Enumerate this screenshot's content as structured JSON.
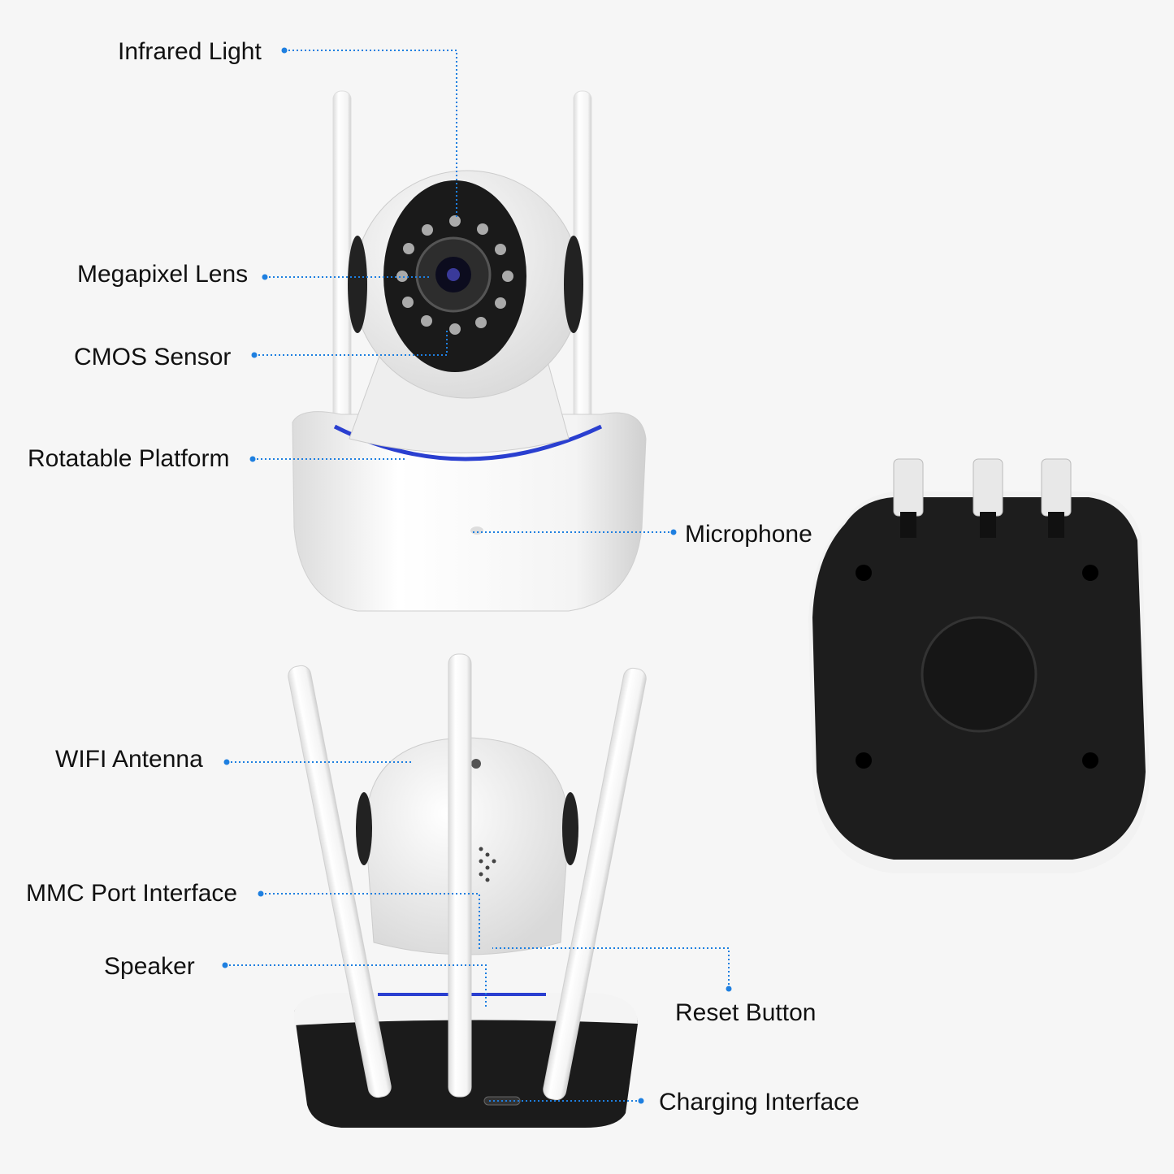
{
  "labels": {
    "infrared_light": "Infrared Light",
    "megapixel_lens": "Megapixel Lens",
    "cmos_sensor": "CMOS Sensor",
    "rotatable_platform": "Rotatable Platform",
    "microphone": "Microphone",
    "wifi_antenna": "WIFI Antenna",
    "mmc_port": "MMC Port Interface",
    "speaker": "Speaker",
    "reset_button": "Reset Button",
    "charging_interface": "Charging Interface"
  },
  "colors": {
    "leader": "#1e7fe0",
    "accent_ring": "#2a3fd0",
    "camera_body": "#ffffff",
    "camera_dark": "#1c1c1c"
  }
}
